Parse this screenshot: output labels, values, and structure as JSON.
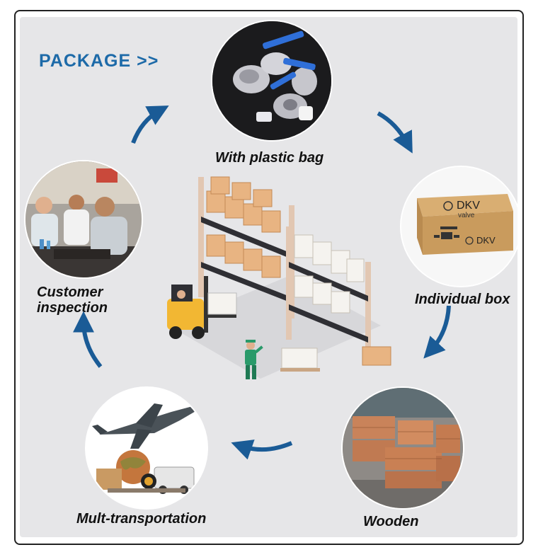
{
  "header": {
    "title": "PACKAGE  >>"
  },
  "steps": {
    "plastic_bag": {
      "label": "With plastic bag"
    },
    "individual_box": {
      "label": "Individual box",
      "brand": "DKV",
      "sub": "valve"
    },
    "wooden": {
      "label": "Wooden"
    },
    "transport": {
      "label": "Mult-transportation"
    },
    "inspection": {
      "label_line1": "Customer",
      "label_line2": "inspection"
    }
  },
  "colors": {
    "accent": "#1d6aa8",
    "arrow": "#1a5b96",
    "panel": "#e6e6e8",
    "box": "#e8b482"
  },
  "icons": [
    "arrow-curved-icon",
    "warehouse-illustration",
    "forklift-icon",
    "worker-icon",
    "airplane-icon",
    "globe-icon"
  ]
}
